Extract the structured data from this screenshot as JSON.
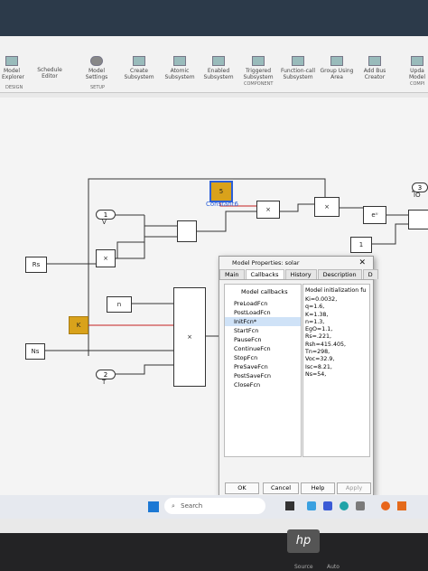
{
  "toolbar": {
    "buttons": [
      {
        "label": "Model\nExplorer"
      },
      {
        "label": "Schedule\nEditor"
      },
      {
        "label": "Model\nSettings"
      },
      {
        "label": "Create\nSubsystem"
      },
      {
        "label": "Atomic\nSubsystem"
      },
      {
        "label": "Enabled\nSubsystem"
      },
      {
        "label": "Triggered\nSubsystem"
      },
      {
        "label": "Function-call\nSubsystem"
      },
      {
        "label": "Group Using\nArea"
      },
      {
        "label": "Add Bus\nCreator"
      },
      {
        "label": "Upda\nModel"
      }
    ],
    "sections": {
      "design": "DESIGN",
      "setup": "SETUP",
      "component": "COMPONENT",
      "compile": "COMPI"
    }
  },
  "diagram": {
    "constant_label": "Constant6",
    "constant_value": "5",
    "port_v_num": "1",
    "port_v_name": "V",
    "port_t_num": "2",
    "port_t_name": "T",
    "port_io_num": "3",
    "port_io_name": "IO",
    "rs_label": "Rs",
    "ns_label": "Ns",
    "n_label": "n",
    "k_label": "K",
    "one_label": "1",
    "times": "×",
    "exp_label": "eᵘ"
  },
  "dialog": {
    "title": "Model Properties: solar",
    "close": "✕",
    "tabs": [
      "Main",
      "Callbacks",
      "History",
      "Description",
      "D"
    ],
    "callbacks_header": "Model callbacks",
    "callbacks": [
      "PreLoadFcn",
      "PostLoadFcn",
      "InitFcn*",
      "StartFcn",
      "PauseFcn",
      "ContinueFcn",
      "StopFcn",
      "PreSaveFcn",
      "PostSaveFcn",
      "CloseFcn"
    ],
    "selected_index": 2,
    "code_header": "Model initialization fu",
    "code_lines": [
      "Ki=0.0032,",
      "q=1.6,",
      "K=1.38,",
      "n=1.3,",
      "EgO=1.1,",
      "Rs=.221,",
      "Rsh=415.405,",
      "Tn=298,",
      "Voc=32.9,",
      "Isc=8.21,",
      "Ns=54,"
    ],
    "buttons": {
      "ok": "OK",
      "cancel": "Cancel",
      "help": "Help",
      "apply": "Apply"
    }
  },
  "taskbar": {
    "search_placeholder": "Search"
  },
  "bezel": {
    "brand": "hp",
    "source": "Source",
    "auto": "Auto"
  },
  "colors": {
    "constant_fill": "#d9a21b",
    "constant_border": "#2b5fd9",
    "selection": "#cfe2f7",
    "signal_red": "#c42020"
  }
}
